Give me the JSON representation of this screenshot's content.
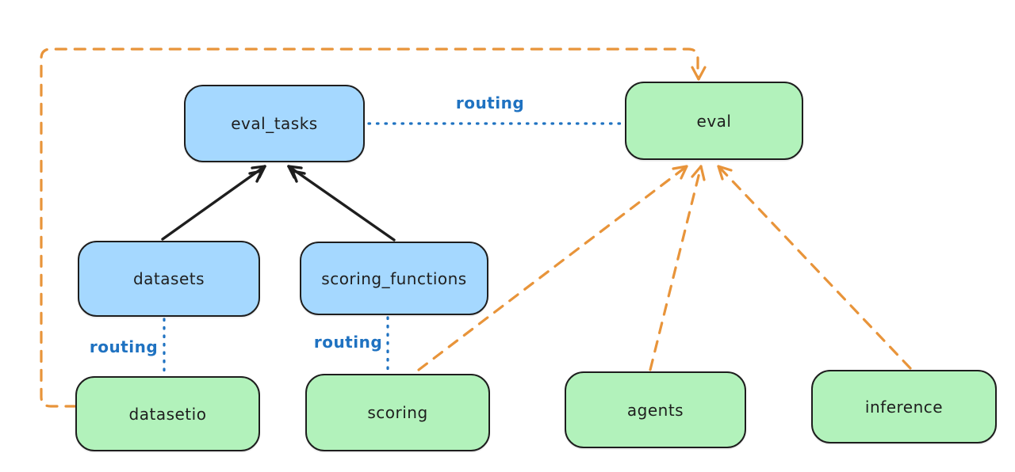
{
  "diagram": {
    "nodes": {
      "eval_tasks": {
        "label": "eval_tasks",
        "fill": "#a5d8ff"
      },
      "eval": {
        "label": "eval",
        "fill": "#b2f2bb"
      },
      "datasets": {
        "label": "datasets",
        "fill": "#a5d8ff"
      },
      "scoring_functions": {
        "label": "scoring_functions",
        "fill": "#a5d8ff"
      },
      "datasetio": {
        "label": "datasetio",
        "fill": "#b2f2bb"
      },
      "scoring": {
        "label": "scoring",
        "fill": "#b2f2bb"
      },
      "agents": {
        "label": "agents",
        "fill": "#b2f2bb"
      },
      "inference": {
        "label": "inference",
        "fill": "#b2f2bb"
      }
    },
    "edges": [
      {
        "from": "datasets",
        "to": "eval_tasks",
        "style": "solid-arrow",
        "color": "#1e1e1e",
        "label": ""
      },
      {
        "from": "scoring_functions",
        "to": "eval_tasks",
        "style": "solid-arrow",
        "color": "#1e1e1e",
        "label": ""
      },
      {
        "from": "eval_tasks",
        "to": "eval",
        "style": "dotted",
        "color": "#1f72c1",
        "label": "routing"
      },
      {
        "from": "datasets",
        "to": "datasetio",
        "style": "dotted",
        "color": "#1f72c1",
        "label": "routing"
      },
      {
        "from": "scoring_functions",
        "to": "scoring",
        "style": "dotted",
        "color": "#1f72c1",
        "label": "routing"
      },
      {
        "from": "scoring",
        "to": "eval",
        "style": "dashed-arrow",
        "color": "#e8943a",
        "label": ""
      },
      {
        "from": "agents",
        "to": "eval",
        "style": "dashed-arrow",
        "color": "#e8943a",
        "label": ""
      },
      {
        "from": "inference",
        "to": "eval",
        "style": "dashed-arrow",
        "color": "#e8943a",
        "label": ""
      },
      {
        "from": "datasetio",
        "to": "eval",
        "style": "dashed-arrow",
        "color": "#e8943a",
        "label": ""
      }
    ],
    "colors": {
      "blue_fill": "#a5d8ff",
      "green_fill": "#b2f2bb",
      "stroke": "#1e1e1e",
      "orange_edge": "#e8943a",
      "blue_edge": "#1f72c1",
      "background": "#ffffff"
    }
  }
}
